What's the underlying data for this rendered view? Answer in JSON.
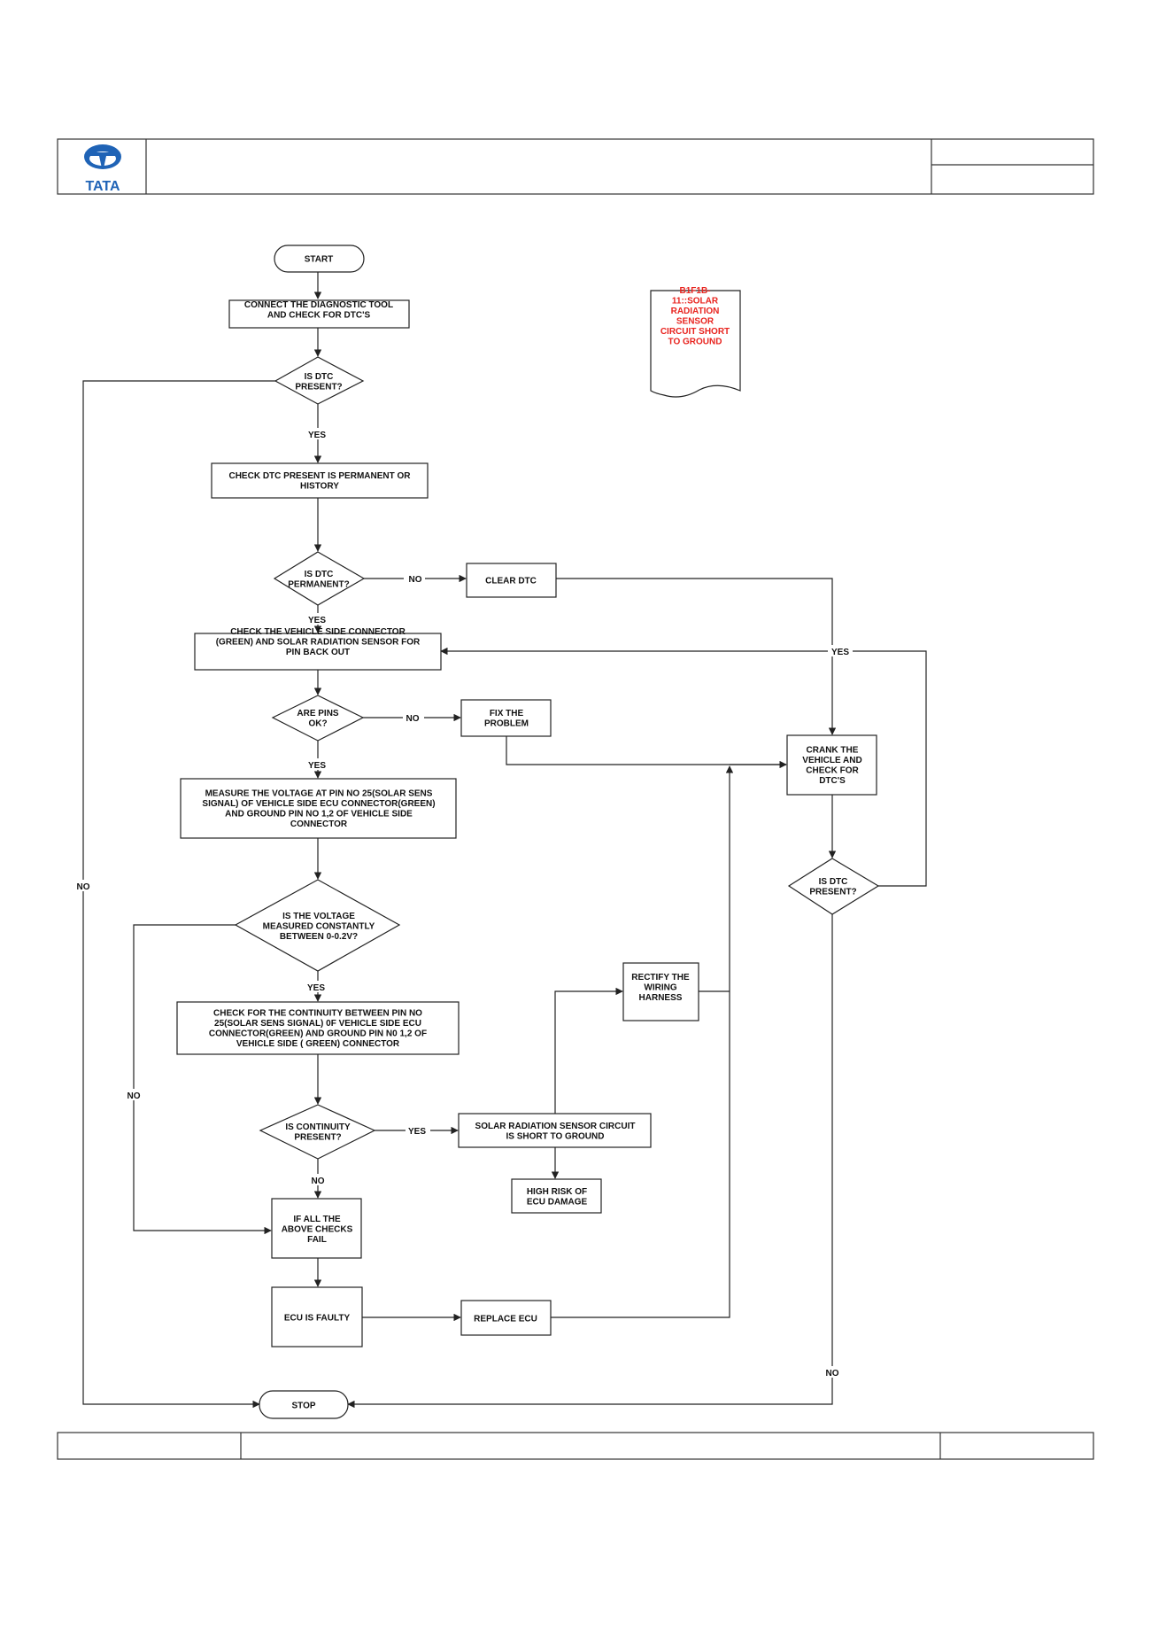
{
  "header": {
    "logo_text": "TATA",
    "title": "",
    "ref_top": "",
    "ref_bottom": ""
  },
  "footer": {
    "left": "",
    "center": "",
    "right": ""
  },
  "dtc_note": [
    "B1F1B-",
    "11::SOLAR",
    "RADIATION",
    "SENSOR",
    "CIRCUIT SHORT",
    "TO GROUND"
  ],
  "nodes": {
    "start": [
      "START"
    ],
    "connect_tool": [
      "CONNECT THE DIAGNOSTIC TOOL",
      "AND CHECK FOR  DTC'S"
    ],
    "is_dtc_present_1": [
      "IS  DTC",
      "PRESENT?"
    ],
    "check_permanent": [
      "CHECK DTC  PRESENT IS PERMANENT OR",
      "HISTORY"
    ],
    "is_dtc_permanent": [
      "IS  DTC",
      "PERMANENT?"
    ],
    "clear_dtc": [
      "CLEAR DTC"
    ],
    "check_connector": [
      "CHECK THE VEHICLE  SIDE CONNECTOR",
      "(GREEN) AND SOLAR RADIATION SENSOR FOR",
      "PIN BACK OUT"
    ],
    "are_pins_ok": [
      "ARE PINS",
      "OK?"
    ],
    "fix_problem": [
      "FIX THE",
      "PROBLEM"
    ],
    "crank_vehicle": [
      "CRANK THE",
      "VEHICLE AND",
      "CHECK FOR",
      "DTC'S"
    ],
    "measure_voltage": [
      "MEASURE THE VOLTAGE AT PIN NO 25(SOLAR SENS",
      "SIGNAL) OF VEHICLE  SIDE ECU CONNECTOR(GREEN)",
      "AND GROUND PIN NO 1,2 OF VEHICLE SIDE",
      "CONNECTOR"
    ],
    "is_dtc_present_2": [
      "IS  DTC",
      "PRESENT?"
    ],
    "is_voltage": [
      "IS  THE VOLTAGE",
      "MEASURED CONSTANTLY",
      "BETWEEN 0-0.2V?"
    ],
    "rectify_wiring": [
      "RECTIFY THE",
      "WIRING",
      "HARNESS"
    ],
    "check_continuity": [
      "CHECK FOR THE CONTINUITY BETWEEN PIN NO",
      "25(SOLAR SENS SIGNAL) 0F VEHICLE SIDE ECU",
      "CONNECTOR(GREEN) AND  GROUND PIN N0 1,2 OF",
      "VEHICLE SIDE ( GREEN) CONNECTOR"
    ],
    "is_continuity": [
      "IS CONTINUITY",
      "PRESENT?"
    ],
    "short_to_ground": [
      "SOLAR RADIATION SENSOR CIRCUIT",
      "IS SHORT TO GROUND"
    ],
    "high_risk": [
      "HIGH RISK OF",
      "ECU DAMAGE"
    ],
    "all_checks_fail": [
      "IF ALL THE",
      "ABOVE CHECKS",
      "FAIL"
    ],
    "ecu_faulty": [
      "ECU IS FAULTY"
    ],
    "replace_ecu": [
      "REPLACE ECU"
    ],
    "stop": [
      "STOP"
    ]
  },
  "edge_labels": {
    "yes": "YES",
    "no": "NO"
  },
  "colors": {
    "logo_blue": "#1f63b6",
    "note_red": "#e8231e",
    "line": "#222222"
  }
}
